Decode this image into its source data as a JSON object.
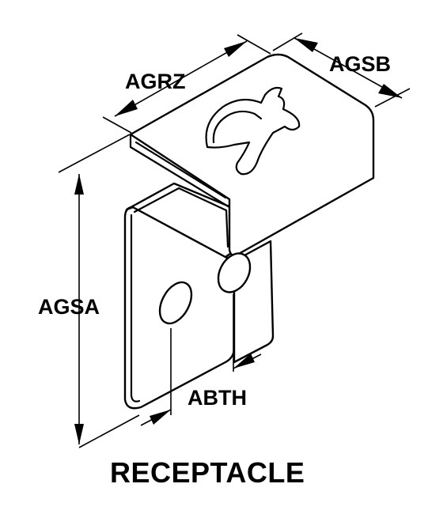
{
  "dimensions": {
    "agrz": "AGRZ",
    "agsb": "AGSB",
    "agsa": "AGSA",
    "abth": "ABTH"
  },
  "caption": "RECEPTACLE"
}
